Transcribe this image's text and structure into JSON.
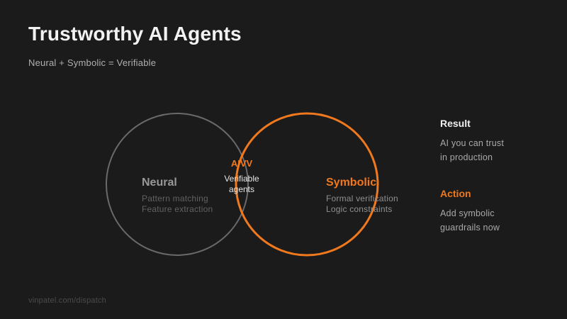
{
  "colors": {
    "background": "#1b1b1b",
    "accent": "#f0791e",
    "title": "#f2f2f2",
    "subtitle": "#b0b0b0",
    "gray_label": "#999999",
    "gray_lines": "#616161",
    "symbolic_lines": "#8f8f8f",
    "intersection_text": "#e6e6e6",
    "heading_white": "#efefef",
    "panel_text": "#a9a9a9",
    "footer_text": "#4b4b4b",
    "circle_gray": "#6a6a6a"
  },
  "header": {
    "title": "Trustworthy AI Agents",
    "subtitle": "Neural + Symbolic = Verifiable"
  },
  "venn": {
    "left_circle": {
      "label": "Neural",
      "lines": [
        "Pattern matching",
        "Feature extraction"
      ]
    },
    "right_circle": {
      "label": "Symbolic",
      "lines": [
        "Formal verification",
        "Logic constraints"
      ]
    },
    "intersection": {
      "label": "AIVV",
      "lines": [
        "Verifiable",
        "agents"
      ]
    }
  },
  "panel": {
    "result": {
      "heading": "Result",
      "lines": [
        "AI you can trust",
        "in production"
      ]
    },
    "action": {
      "heading": "Action",
      "lines": [
        "Add symbolic",
        "guardrails now"
      ]
    }
  },
  "footer": {
    "url": "vinpatel.com/dispatch"
  }
}
